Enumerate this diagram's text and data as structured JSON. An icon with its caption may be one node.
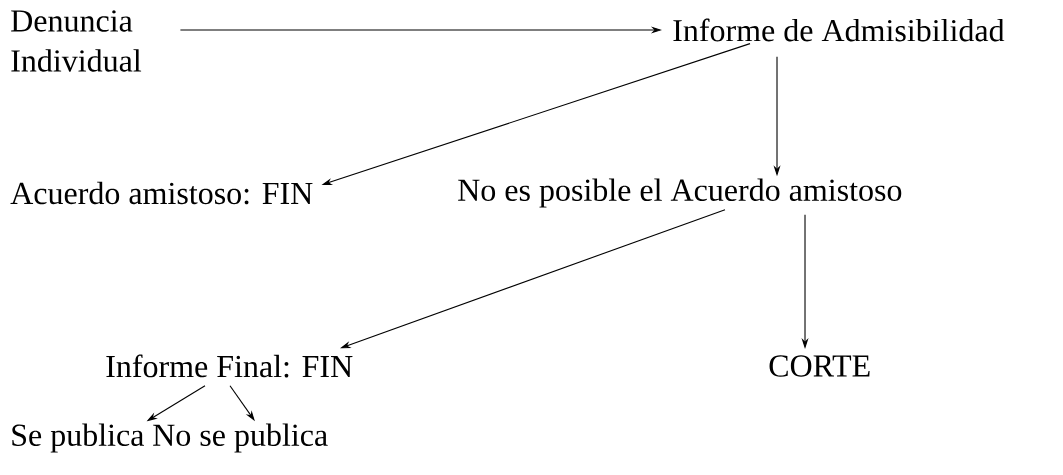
{
  "diagram": {
    "nodes": [
      {
        "text": [
          "Denuncia Individual"
        ]
      },
      {
        "text": [
          "Informe de Admisibilidad"
        ]
      },
      {
        "text": [
          "Acuerdo amistoso: FIN"
        ]
      },
      {
        "text": [
          "No es posible el Acuerdo amistoso"
        ]
      },
      {
        "text": [
          "Informe Final: FIN"
        ]
      },
      {
        "text": [
          "CORTE"
        ]
      },
      {
        "text": [
          "Se publica"
        ]
      },
      {
        "text": [
          "No se publica"
        ]
      }
    ],
    "edges": [
      {
        "from": 0,
        "to": 1,
        "arrow": "to"
      },
      {
        "from": 1,
        "to": 2,
        "arrow": "to"
      },
      {
        "from": 1,
        "to": 3,
        "arrow": "to"
      },
      {
        "from": 3,
        "to": 4,
        "arrow": "to"
      },
      {
        "from": 3,
        "to": 5,
        "arrow": "to"
      },
      {
        "from": 4,
        "to": 6,
        "arrow": "to"
      },
      {
        "from": 4,
        "to": 7,
        "arrow": "to"
      }
    ]
  }
}
